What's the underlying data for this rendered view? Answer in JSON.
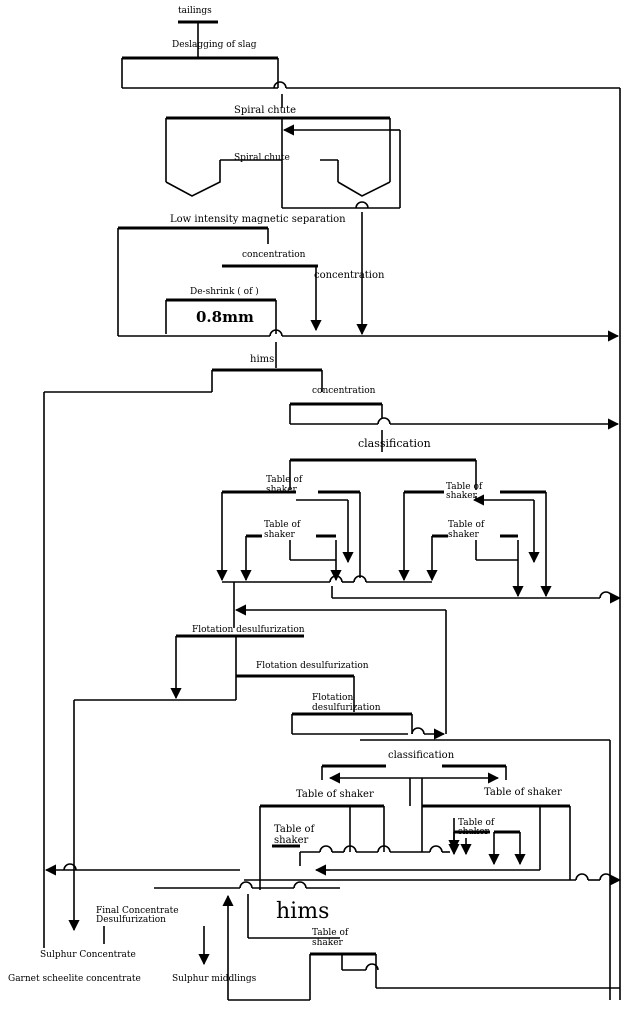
{
  "labels": {
    "tailings": "tailings",
    "deslagging": "Deslagging of slag",
    "spiral_chute_1": "Spiral chute",
    "spiral_chute_2": "Spiral chute",
    "lims": "Low intensity magnetic separation",
    "concentration_1": "concentration",
    "concentration_2": "concentration",
    "de_shrink": "De-shrink ( of )",
    "size_08mm": "0.8mm",
    "hims_1": "hims",
    "concentration_3": "concentration",
    "classification_1": "classification",
    "table_of_shaker": "Table of",
    "shaker_word": "shaker",
    "flotation_1": "Flotation desulfurization",
    "flotation_2": "Flotation desulfurization",
    "flotation_3a": "Flotation",
    "flotation_3b": "desulfurization",
    "classification_2": "classification",
    "table_of_shaker_full": "Table of shaker",
    "final_conc_1": "Final Concentrate",
    "final_conc_2": "Desulfurization",
    "hims_2": "hims",
    "sulphur_concentrate": "Sulphur Concentrate",
    "garnet": "Garnet scheelite concentrate",
    "sulphur_middlings": "Sulphur middlings"
  }
}
